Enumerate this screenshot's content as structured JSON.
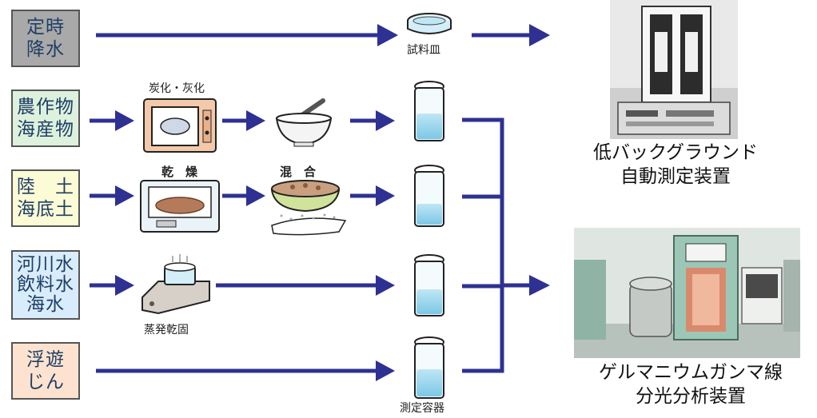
{
  "samples": [
    {
      "name": "定時\n降水",
      "bg": "#a9a9a9"
    },
    {
      "name": "農作物\n海産物",
      "bg": "#ddf1dd"
    },
    {
      "name": "陸　土\n海底土",
      "bg": "#fbfbd5"
    },
    {
      "name": "河川水\n飲料水\n海水",
      "bg": "#d9ecfb"
    },
    {
      "name": "浮遊\nじん",
      "bg": "#fde3cf"
    }
  ],
  "process_labels": {
    "carbonize": "炭化・灰化",
    "dry": "乾　燥",
    "mix": "混　合",
    "evaporate": "蒸発乾固",
    "dish": "試料皿",
    "container": "測定容器"
  },
  "instruments": {
    "low_background": "低バックグラウンド\n自動測定装置",
    "germanium": "ゲルマニウムガンマ線\n分光分析装置"
  },
  "colors": {
    "arrow": "#2e3192"
  }
}
